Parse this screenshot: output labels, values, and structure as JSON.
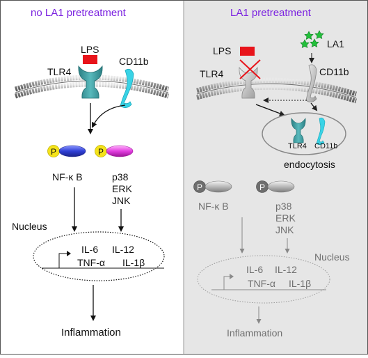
{
  "left_panel": {
    "title": "no LA1 pretreatment",
    "lps_label": "LPS",
    "tlr4_label": "TLR4",
    "cd11b_label": "CD11b",
    "p_label_1": "P",
    "p_label_2": "P",
    "nfkb_label": "NF-κ B",
    "mapk_labels": [
      "p38",
      "ERK",
      "JNK"
    ],
    "nucleus_label": "Nucleus",
    "cytokines": [
      "IL-6",
      "IL-12",
      "TNF-α",
      "IL-1β"
    ],
    "outcome": "Inflammation"
  },
  "right_panel": {
    "title": "LA1 pretreatment",
    "lps_label": "LPS",
    "la1_label": "LA1",
    "tlr4_label": "TLR4",
    "cd11b_label": "CD11b",
    "endo_tlr4_label": "TLR4",
    "endo_cd11b_label": "CD11b",
    "endocytosis_label": "endocytosis",
    "p_label_1": "P",
    "p_label_2": "P",
    "nfkb_label": "NF-κ B",
    "mapk_labels": [
      "p38",
      "ERK",
      "JNK"
    ],
    "nucleus_label": "Nucleus",
    "cytokines": [
      "IL-6",
      "IL-12",
      "TNF-α",
      "IL-1β"
    ],
    "outcome": "Inflammation"
  },
  "colors": {
    "title_purple": "#7b22e0",
    "receptor_teal": "#3a9a9e",
    "cd11b_cyan": "#39d3e6",
    "lps_red": "#e8141b",
    "nfkb_blue": "#2f3fd6",
    "mapk_magenta": "#e23ee0",
    "phospho_yellow": "#f5e31a",
    "la1_green": "#22c03a",
    "right_bg": "#e6e6e6",
    "inactive_gray": "#8a8a8a"
  }
}
